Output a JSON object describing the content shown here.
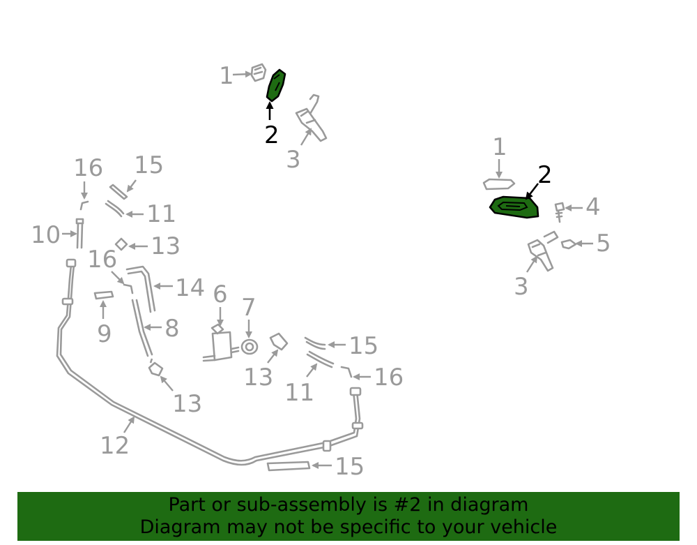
{
  "banner": {
    "line1": "Part or sub-assembly is #2 in diagram",
    "line2": "Diagram may not be specific to your vehicle",
    "color": "#1e6b12"
  },
  "highlight_color": "#1e6b12",
  "callouts": {
    "top_1": "1",
    "top_2": "2",
    "top_3": "3",
    "right_1": "1",
    "right_2": "2",
    "right_3": "3",
    "right_4": "4",
    "right_5": "5",
    "l_16a": "16",
    "l_15a": "15",
    "l_11a": "11",
    "l_10": "10",
    "l_13a": "13",
    "l_16b": "16",
    "l_14": "14",
    "l_9": "9",
    "l_8": "8",
    "l_6": "6",
    "l_7": "7",
    "l_13b": "13",
    "l_13c": "13",
    "l_15b": "15",
    "l_16c": "16",
    "l_11b": "11",
    "l_12": "12",
    "l_15c": "15"
  }
}
